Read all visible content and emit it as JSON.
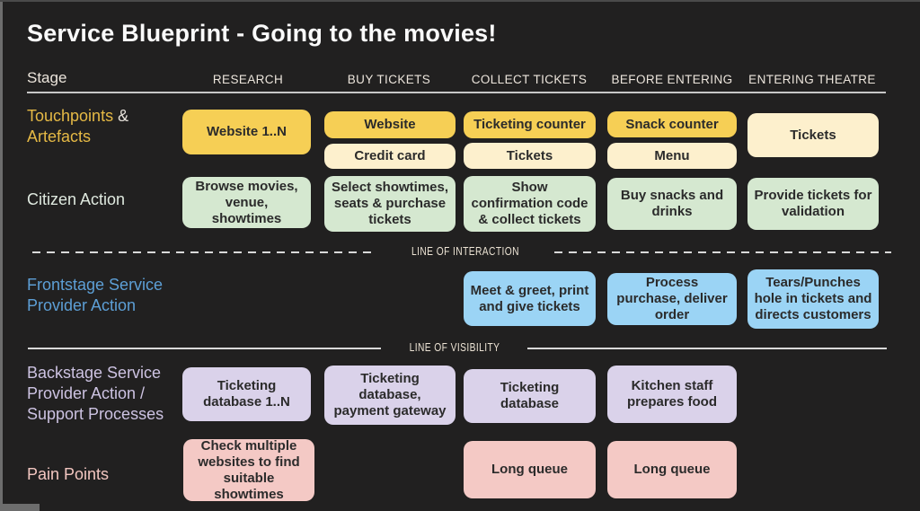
{
  "title": "Service Blueprint - Going to the movies!",
  "header": {
    "stage_label": "Stage",
    "columns": [
      "RESEARCH",
      "BUY TICKETS",
      "COLLECT TICKETS",
      "BEFORE ENTERING",
      "ENTERING THEATRE"
    ]
  },
  "row_labels": {
    "touchpoints_line1": "Touchpoints",
    "touchpoints_amp": "&",
    "touchpoints_line2": "Artefacts",
    "citizen": "Citizen Action",
    "frontstage": "Frontstage Service Provider Action",
    "backstage": "Backstage Service Provider Action / Support Processes",
    "pain": "Pain Points"
  },
  "boxes": {
    "touchpoints": {
      "website_1n": "Website 1..N",
      "website": "Website",
      "credit_card": "Credit card",
      "ticketing_counter": "Ticketing counter",
      "tickets_collect": "Tickets",
      "snack_counter": "Snack counter",
      "menu": "Menu",
      "tickets_entering": "Tickets"
    },
    "citizen": {
      "browse": "Browse movies, venue, showtimes",
      "select": "Select showtimes, seats & purchase tickets",
      "show_confirmation": "Show confirmation code & collect tickets",
      "buy_snacks": "Buy snacks and drinks",
      "provide_tickets": "Provide tickets for validation"
    },
    "frontstage": {
      "meet_greet": "Meet & greet, print and give tickets",
      "process_purchase": "Process purchase, deliver order",
      "tears_punches": "Tears/Punches hole in tickets and directs customers"
    },
    "backstage": {
      "ticketing_db_1n": "Ticketing database 1..N",
      "ticketing_db_payment": "Ticketing database, payment gateway",
      "ticketing_db": "Ticketing database",
      "kitchen_staff": "Kitchen staff prepares food"
    },
    "pain": {
      "check_multiple": "Check multiple websites to find suitable showtimes",
      "long_queue_collect": "Long queue",
      "long_queue_before": "Long queue"
    }
  },
  "lines": {
    "interaction": "LINE OF INTERACTION",
    "visibility": "LINE OF VISIBILITY"
  },
  "colors": {
    "background": "#212020",
    "title_text": "#fafafa",
    "header_text": "#ece5dc",
    "box_text": "#2b2b2b",
    "yellow": "#f6cf55",
    "cream": "#fdf0cd",
    "green": "#d5e8d0",
    "blue": "#9bd4f5",
    "lavender": "#dad2ea",
    "pink": "#f4c9c5",
    "stack_cream": "#fdf3d9",
    "stack_blue": "#cfe2f3",
    "stack_bluegray": "#c5dbe4",
    "label_gold": "#e5b945",
    "label_citizen": "#dfe9df",
    "label_frontstage": "#5d9fd6",
    "label_backstage": "#cdc3e2",
    "label_pain": "#f2c6c0",
    "line_color": "#d9d9d9"
  }
}
